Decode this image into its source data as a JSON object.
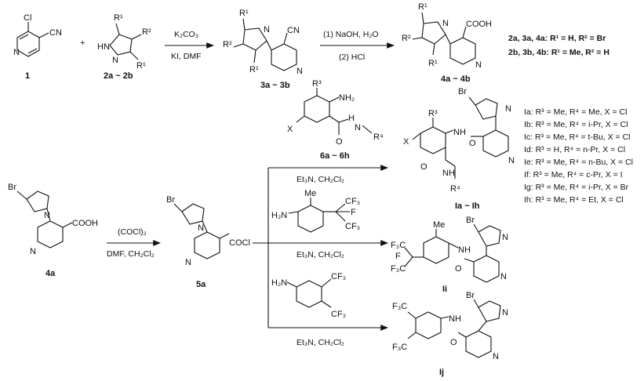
{
  "compound_labels": {
    "c1": "1",
    "c2": "2a ~ 2b",
    "c3": "3a ~ 3b",
    "c4": "4a ~ 4b",
    "c4a": "4a",
    "c5a": "5a",
    "c6": "6a ~ 6h",
    "cIa": "Ia ~ Ih",
    "cIi": "Ii",
    "cIj": "Ij"
  },
  "conditions": {
    "step1_top": "K₂CO₃",
    "step1_bottom": "KI, DMF",
    "step2_top": "(1) NaOH, H₂O",
    "step2_bottom": "(2) HCl",
    "step3_top": "(COCl)₂",
    "step3_bottom": "DMF, CH₂Cl₂",
    "branch_a": "Et₃N, CH₂Cl₂",
    "branch_b": "Et₃N, CH₂Cl₂",
    "branch_c": "Et₃N, CH₂Cl₂"
  },
  "atoms": {
    "cl": "Cl",
    "cn": "CN",
    "n": "N",
    "hn": "HN",
    "r1": "R¹",
    "r2": "R²",
    "r3": "R³",
    "r4": "R⁴",
    "cooh": "COOH",
    "cocl": "COCl",
    "br": "Br",
    "nh2": "NH₂",
    "nh": "NH",
    "h": "H",
    "o": "O",
    "x": "X",
    "me": "Me",
    "cf3": "CF₃",
    "f3c": "F₃C",
    "f": "F",
    "h2n": "H₂N",
    "plus": "+"
  },
  "legend_top": [
    "2a, 3a, 4a: R¹ = H, R² = Br",
    "2b, 3b, 4b: R¹ = Me, R² = H"
  ],
  "legend_products": [
    "Ia: R³ = Me, R⁴ = Me, X = Cl",
    "Ib: R³ = Me, R⁴ = i-Pr, X = Cl",
    "Ic: R³ = Me, R⁴ = t-Bu, X = Cl",
    "Id: R³ = H, R⁴ = n-Pr, X = Cl",
    "Ie: R³ = Me, R⁴ = n-Bu, X = Cl",
    "If: R³ = Me, R⁴ = c-Pr, X = I",
    "Ig: R³ = Me, R⁴ = i-Pr, X = Br",
    "Ih: R³ = Me, R⁴ = Et, X = Cl"
  ]
}
